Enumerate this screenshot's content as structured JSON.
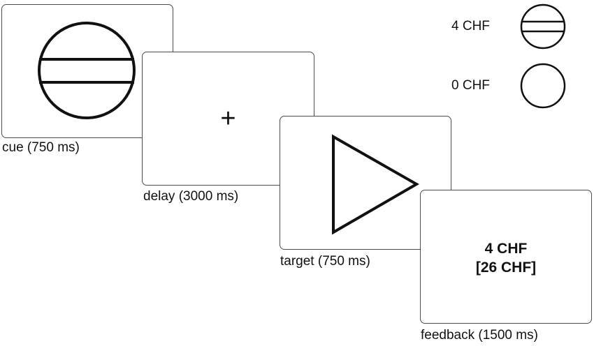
{
  "panels": {
    "cue": {
      "caption": "cue (750 ms)"
    },
    "delay": {
      "caption": "delay (3000 ms)",
      "symbol": "+"
    },
    "target": {
      "caption": "target (750 ms)"
    },
    "feedback": {
      "caption": "feedback (1500 ms)",
      "line1": "4 CHF",
      "line2": "[26 CHF]"
    }
  },
  "legend": [
    {
      "label": "4 CHF",
      "icon": "circle-with-bar-icon"
    },
    {
      "label": "0 CHF",
      "icon": "empty-circle-icon"
    }
  ],
  "colors": {
    "stroke": "#111111",
    "panel_border": "#4a4a4a",
    "background": "#ffffff"
  }
}
